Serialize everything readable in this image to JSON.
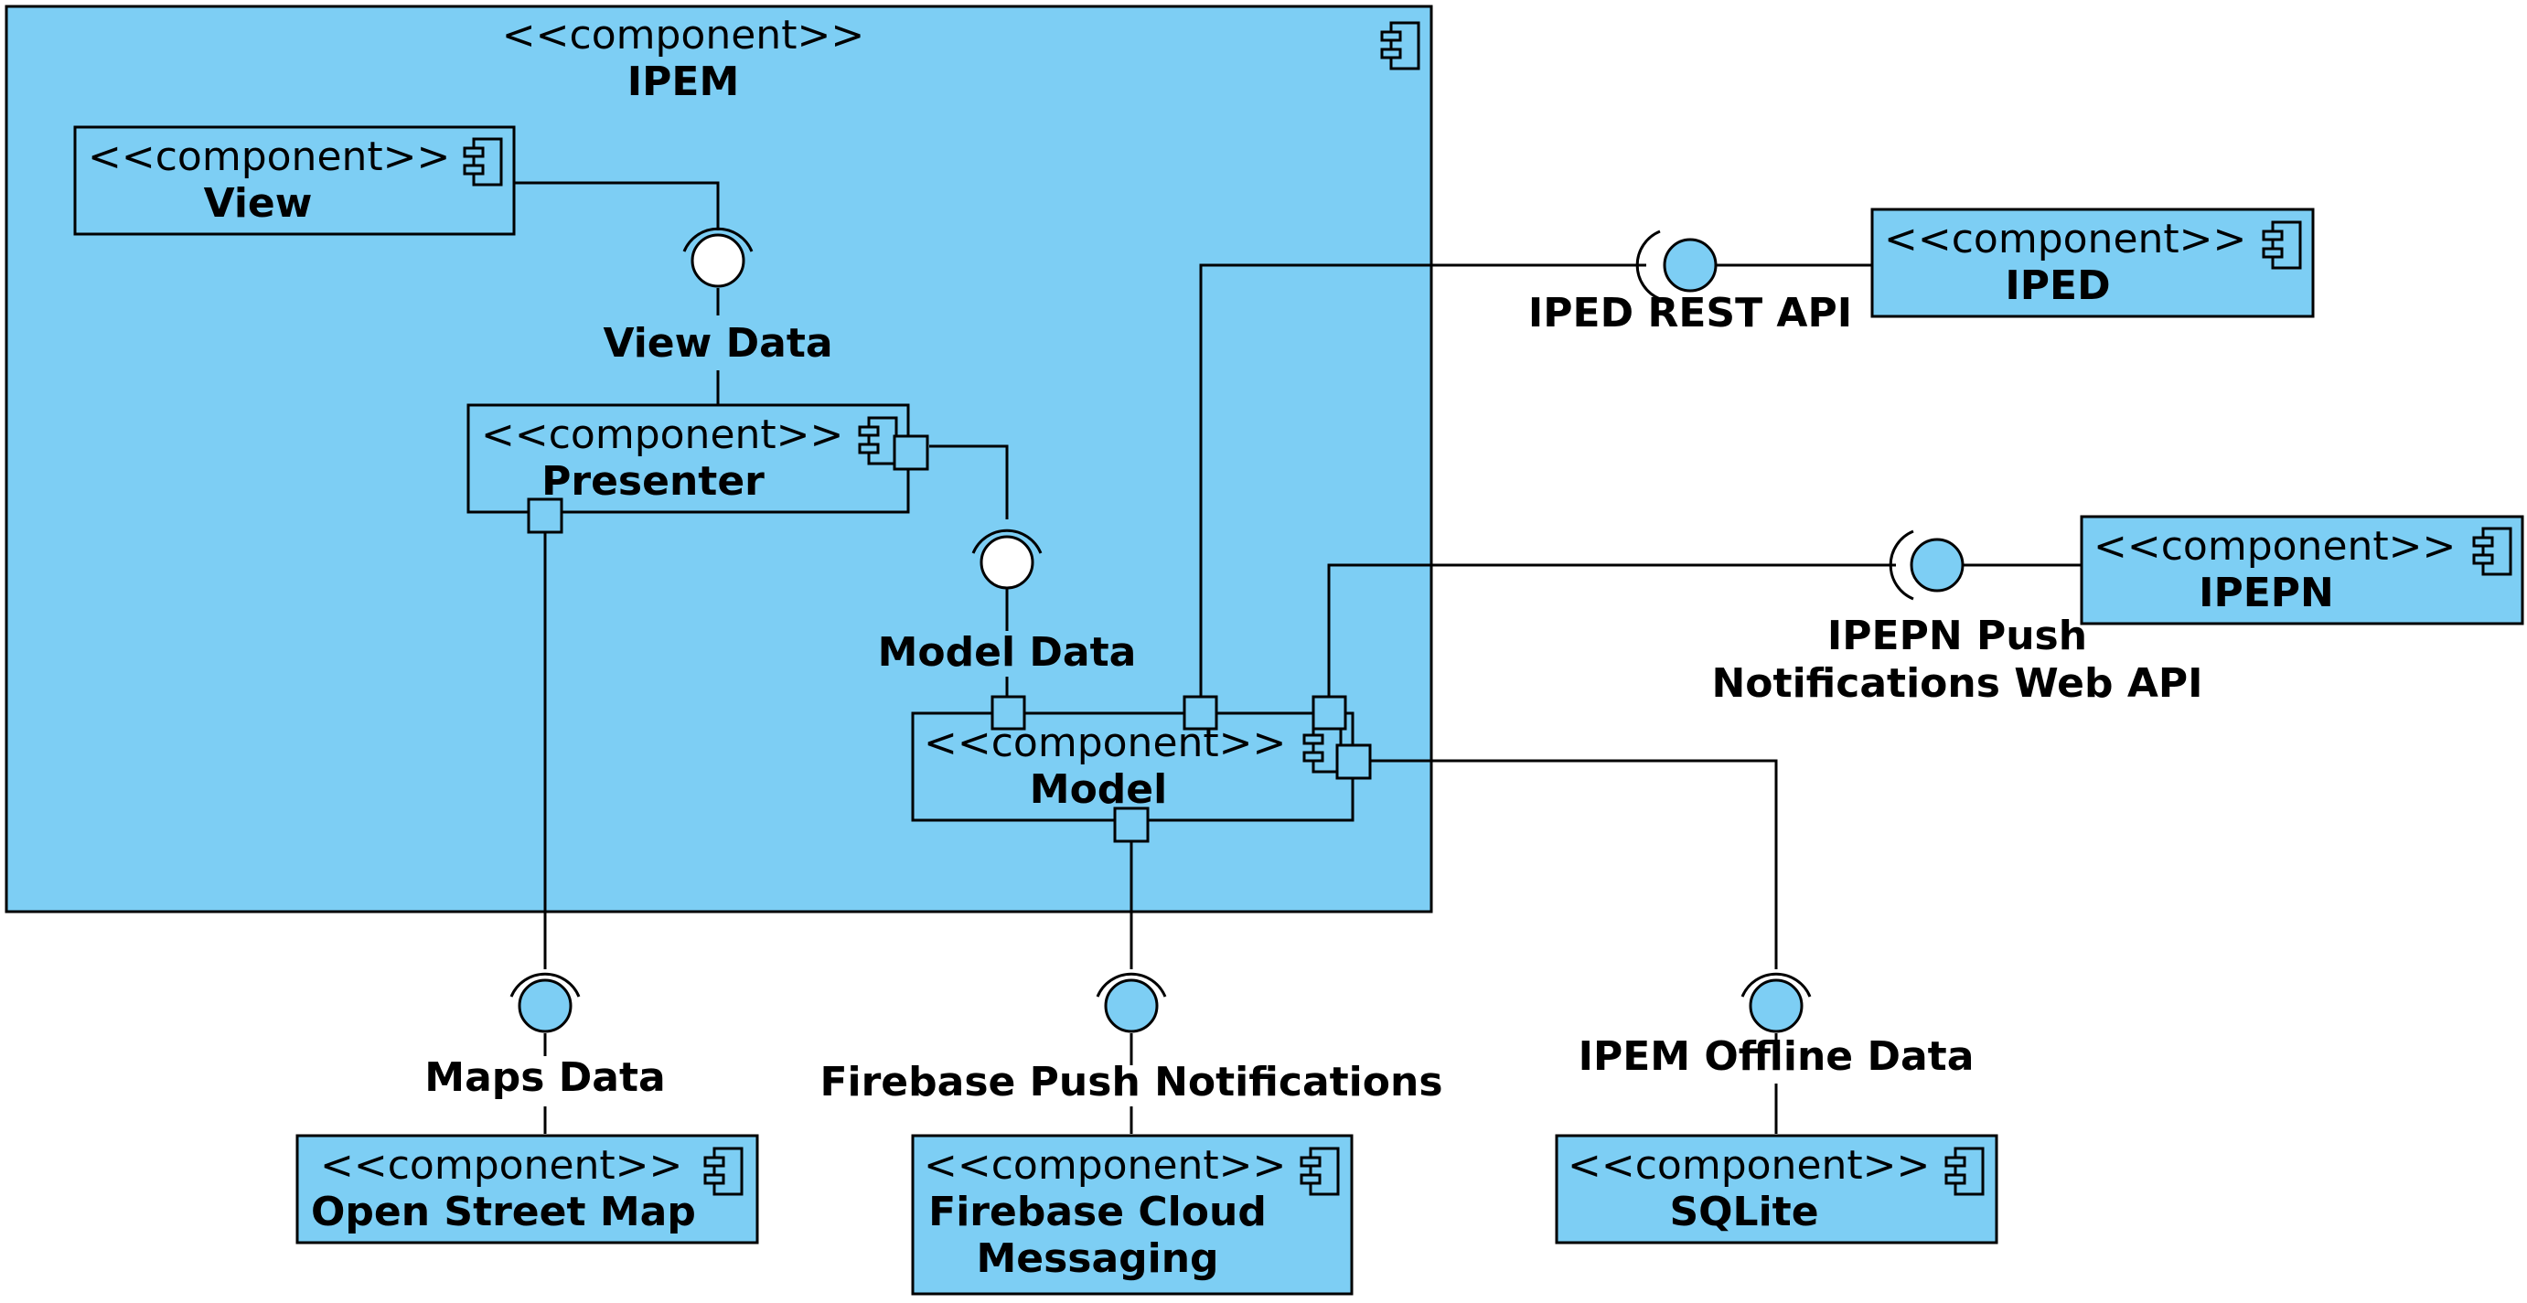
{
  "stereotype": "<<component>>",
  "fill_color": "#7dcef4",
  "line_color": "#000000",
  "components": {
    "ipem": "IPEM",
    "view": "View",
    "presenter": "Presenter",
    "model": "Model",
    "iped": "IPED",
    "ipepn": "IPEPN",
    "open_street_map": "Open Street Map",
    "firebase_line1": "Firebase Cloud",
    "firebase_line2": "Messaging",
    "sqlite": "SQLite"
  },
  "interfaces": {
    "view_data": "View Data",
    "model_data": "Model Data",
    "iped_rest_api": "IPED REST API",
    "ipepn_line1": "IPEPN Push",
    "ipepn_line2": "Notifications Web API",
    "maps_data": "Maps Data",
    "firebase_push": "Firebase Push Notifications",
    "ipem_offline": "IPEM Offline Data"
  },
  "icons": [
    "component-icon",
    "port-icon",
    "provided-interface-icon",
    "required-interface-icon"
  ]
}
